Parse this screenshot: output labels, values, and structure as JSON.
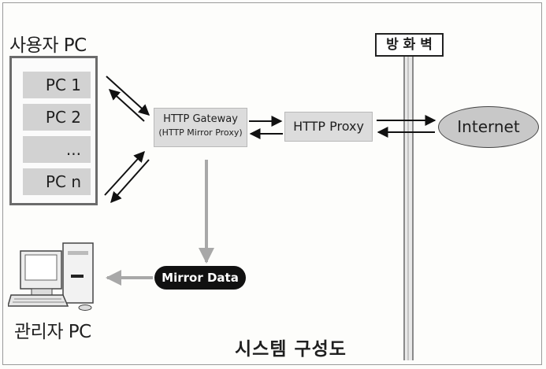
{
  "user_pc_group": {
    "title": "사용자 PC",
    "items": [
      "PC 1",
      "PC 2",
      "...",
      "PC n"
    ]
  },
  "gateway": {
    "line1": "HTTP Gateway",
    "line2": "(HTTP Mirror Proxy)"
  },
  "proxy": {
    "label": "HTTP Proxy"
  },
  "internet": {
    "label": "Internet"
  },
  "firewall": {
    "label": "방 화 벽"
  },
  "mirror_data": {
    "label": "Mirror Data"
  },
  "admin_pc": {
    "title": "관리자 PC"
  },
  "caption": "시스템 구성도",
  "colors": {
    "box_fill": "#dcdcdc",
    "pc_item_fill": "#d2d2d2",
    "internet_fill": "#c8c8c8",
    "mirror_fill": "#111111",
    "gray_arrow": "#a8a8a8"
  }
}
